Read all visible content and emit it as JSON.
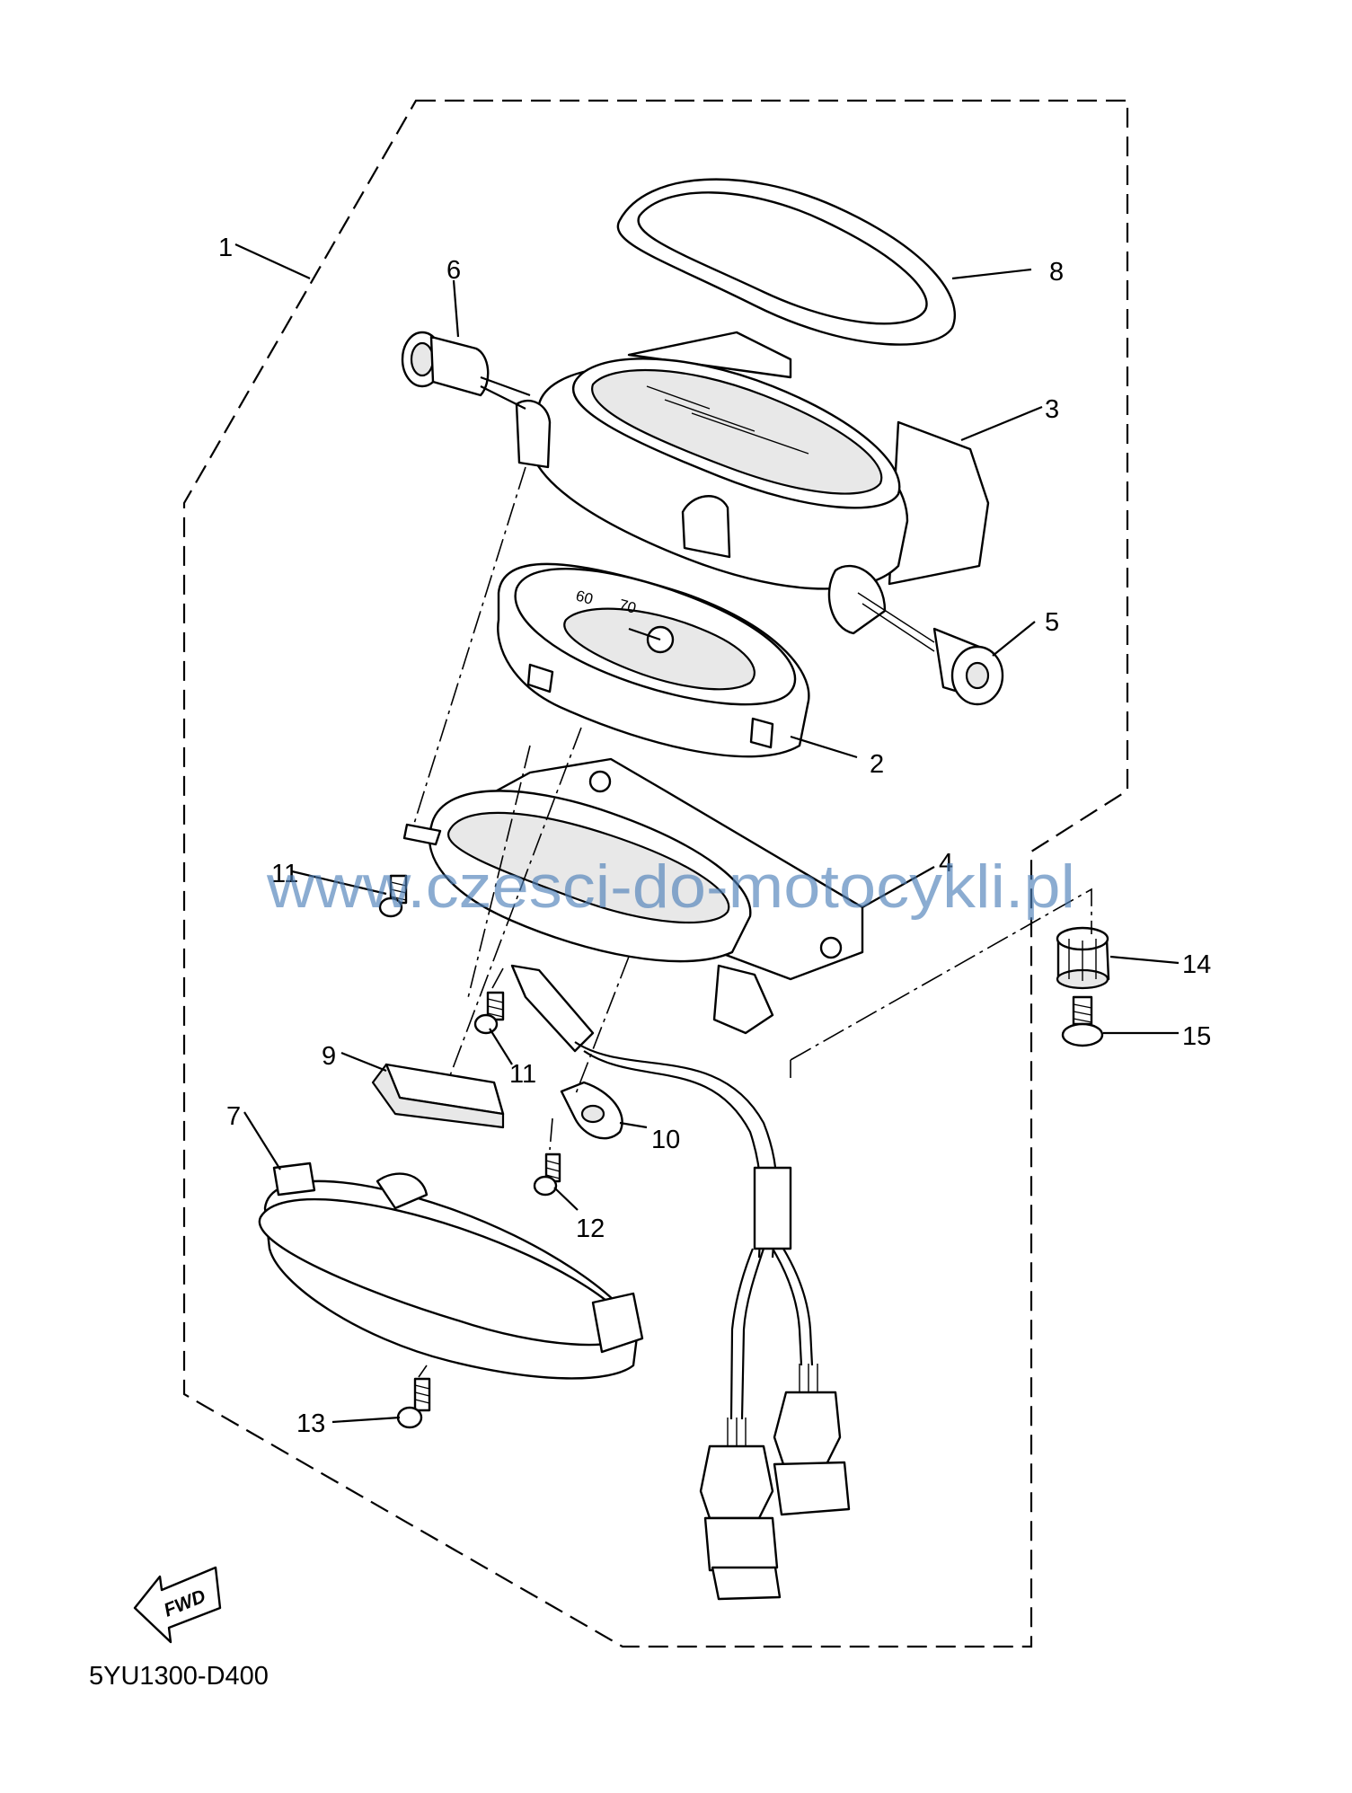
{
  "diagram": {
    "callouts": [
      "1",
      "2",
      "3",
      "4",
      "5",
      "6",
      "7",
      "8",
      "9",
      "10",
      "11",
      "11",
      "12",
      "13",
      "14",
      "15"
    ],
    "gauge_numbers": [
      "60",
      "70"
    ],
    "fwd_label": "FWD",
    "drawing_code": "5YU1300-D400",
    "watermark": "www.czesci-do-motocykli.pl"
  }
}
